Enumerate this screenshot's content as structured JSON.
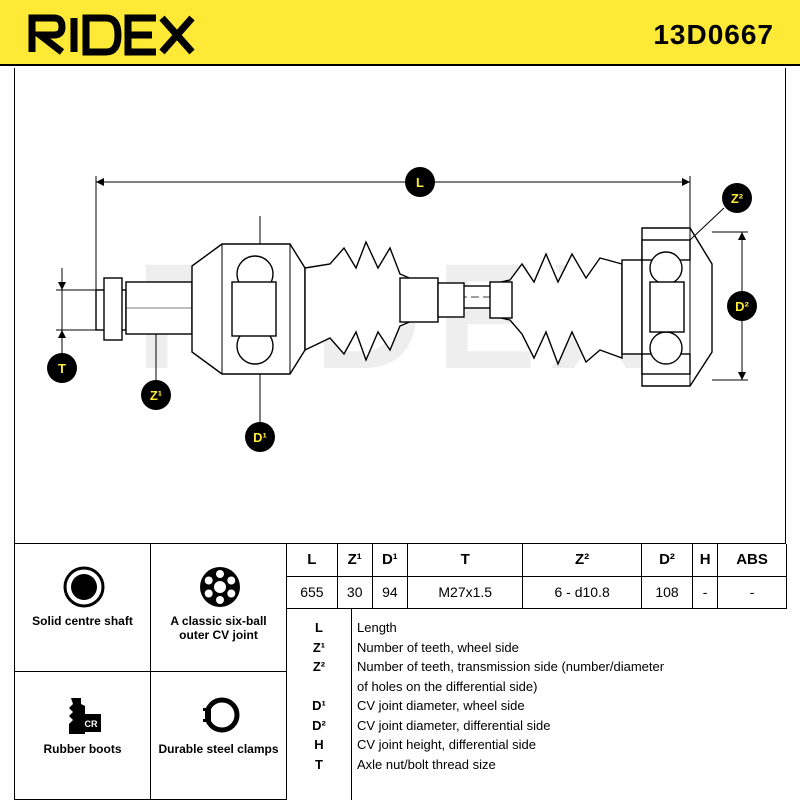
{
  "header": {
    "brand": "RIDEX",
    "part_number": "13D0667"
  },
  "drawing": {
    "markers": {
      "L": "L",
      "Z2": "Z²",
      "D2": "D²",
      "T": "T",
      "Z1": "Z¹",
      "D1": "D¹"
    },
    "watermark": "RIDEX"
  },
  "features": [
    {
      "label": "Solid centre shaft",
      "icon": "solid-circle-icon"
    },
    {
      "label": "A classic six-ball outer CV joint",
      "icon": "six-ball-joint-icon"
    },
    {
      "label": "Rubber boots",
      "icon": "rubber-boot-icon"
    },
    {
      "label": "Durable steel clamps",
      "icon": "steel-clamp-icon"
    }
  ],
  "specs": {
    "headers": [
      "L",
      "Z¹",
      "D¹",
      "T",
      "Z²",
      "D²",
      "H",
      "ABS"
    ],
    "values": [
      "655",
      "30",
      "94",
      "M27x1.5",
      "6 - d10.8",
      "108",
      "-",
      "-"
    ]
  },
  "legend": [
    {
      "sym": "L",
      "text": "Length"
    },
    {
      "sym": "Z¹",
      "text": "Number of teeth, wheel side"
    },
    {
      "sym": "Z²",
      "text": "Number of teeth, transmission side (number/diameter"
    },
    {
      "sym": "",
      "text": "of holes on the differential side)"
    },
    {
      "sym": "D¹",
      "text": "CV joint diameter, wheel side"
    },
    {
      "sym": "D²",
      "text": "CV joint diameter, differential side"
    },
    {
      "sym": "H",
      "text": "CV joint height, differential side"
    },
    {
      "sym": "T",
      "text": "Axle nut/bolt thread size"
    }
  ],
  "colors": {
    "brand_yellow": "#fde936",
    "badge": "#000000"
  }
}
